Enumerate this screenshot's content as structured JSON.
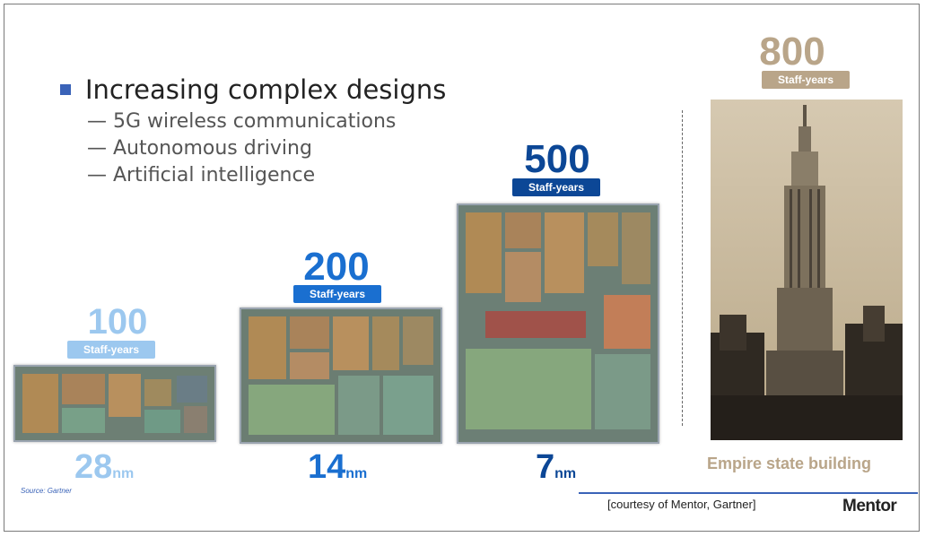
{
  "bullets": {
    "main": "Increasing complex designs",
    "subs": [
      "— 5G wireless communications",
      "— Autonomous driving",
      "— Artificial intelligence"
    ]
  },
  "columns": [
    {
      "effort": "100",
      "unit": "Staff-years",
      "node": "28",
      "node_unit": "nm",
      "color": "#9cc8ef"
    },
    {
      "effort": "200",
      "unit": "Staff-years",
      "node": "14",
      "node_unit": "nm",
      "color": "#1a6fd0"
    },
    {
      "effort": "500",
      "unit": "Staff-years",
      "node": "7",
      "node_unit": "nm",
      "color": "#0c4796"
    },
    {
      "effort": "800",
      "unit": "Staff-years",
      "node": "Empire state building",
      "color": "#b9a589"
    }
  ],
  "source": "Source: Gartner",
  "courtesy": "[courtesy of Mentor, Gartner]",
  "logo": "Mentor",
  "icons": [
    "chip-die-image",
    "empire-state-building-image"
  ]
}
